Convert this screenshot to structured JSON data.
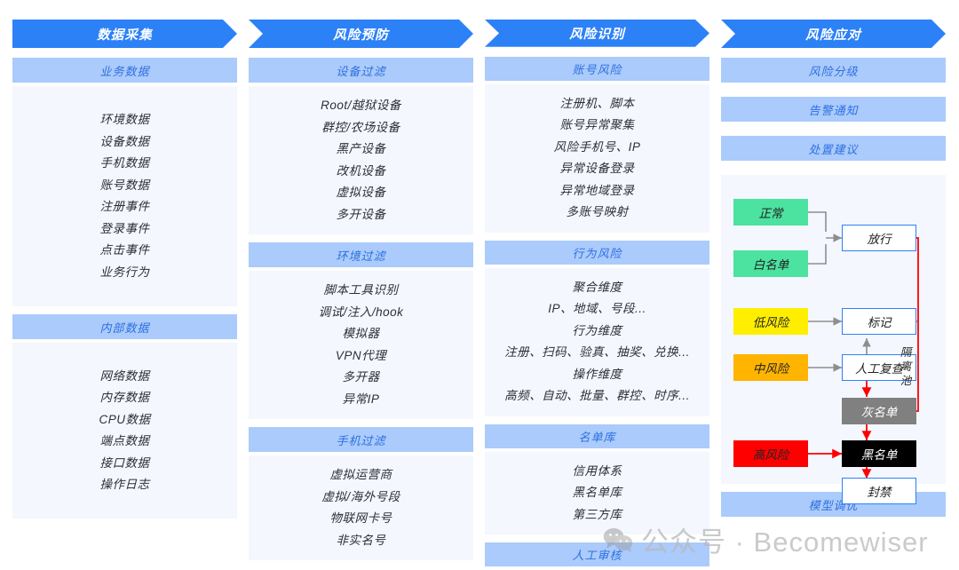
{
  "columns": [
    {
      "banner": "数据采集",
      "sections": [
        {
          "header": "业务数据",
          "items": [
            "环境数据",
            "设备数据",
            "手机数据",
            "账号数据",
            "注册事件",
            "登录事件",
            "点击事件",
            "业务行为"
          ]
        },
        {
          "header": "内部数据",
          "items": [
            "网络数据",
            "内存数据",
            "CPU数据",
            "端点数据",
            "接口数据",
            "操作日志"
          ]
        }
      ]
    },
    {
      "banner": "风险预防",
      "sections": [
        {
          "header": "设备过滤",
          "items": [
            "Root/越狱设备",
            "群控/农场设备",
            "黑产设备",
            "改机设备",
            "虚拟设备",
            "多开设备"
          ]
        },
        {
          "header": "环境过滤",
          "items": [
            "脚本工具识别",
            "调试/注入/hook",
            "模拟器",
            "VPN代理",
            "多开器",
            "异常IP"
          ]
        },
        {
          "header": "手机过滤",
          "items": [
            "虚拟运营商",
            "虚拟/海外号段",
            "物联网卡号",
            "非实名号"
          ]
        }
      ]
    },
    {
      "banner": "风险识别",
      "sections": [
        {
          "header": "账号风险",
          "items": [
            "注册机、脚本",
            "账号异常聚集",
            "风险手机号、IP",
            "异常设备登录",
            "异常地域登录",
            "多账号映射"
          ]
        },
        {
          "header": "行为风险",
          "items": [
            "聚合维度",
            "IP、地域、号段...",
            "行为维度",
            "注册、扫码、验真、抽奖、兑换...",
            "操作维度",
            "高频、自动、批量、群控、时序..."
          ]
        },
        {
          "header": "名单库",
          "items": [
            "信用体系",
            "黑名单库",
            "第三方库"
          ]
        },
        {
          "header": "人工审核",
          "items": []
        }
      ]
    },
    {
      "banner": "风险应对",
      "headers": [
        "风险分级",
        "告警通知",
        "处置建议"
      ],
      "footer_header": "模型调优"
    }
  ],
  "flow": {
    "levels": [
      {
        "label": "正常",
        "color": "#4ce2a0",
        "text": "#1a1a1a"
      },
      {
        "label": "白名单",
        "color": "#4ce2a0",
        "text": "#1a1a1a"
      },
      {
        "label": "低风险",
        "color": "#ffee00",
        "text": "#1a1a1a"
      },
      {
        "label": "中风险",
        "color": "#ffb400",
        "text": "#1a1a1a"
      },
      {
        "label": "高风险",
        "color": "#ff0000",
        "text": "#1a1a1a"
      }
    ],
    "actions": [
      {
        "label": "放行",
        "style": "outline"
      },
      {
        "label": "标记",
        "style": "outline"
      },
      {
        "label": "人工复查",
        "style": "outline"
      },
      {
        "label": "灰名单",
        "style": "gray"
      },
      {
        "label": "黑名单",
        "style": "black"
      },
      {
        "label": "封禁",
        "style": "outline"
      }
    ],
    "isolation_label": "隔离池",
    "colors": {
      "gray_line": "#8e8e8e",
      "red_line": "#ff0000",
      "gray_node": "#808080",
      "black_node": "#000000",
      "node_border": "#2d81f7"
    }
  },
  "watermark": {
    "text": "公众号 · Becomewiser",
    "icon": "wechat-icon"
  },
  "theme": {
    "banner_blue": "#2d81f7",
    "pill_blue": "#aacbfb",
    "panel_bg": "#f4f7fd"
  }
}
